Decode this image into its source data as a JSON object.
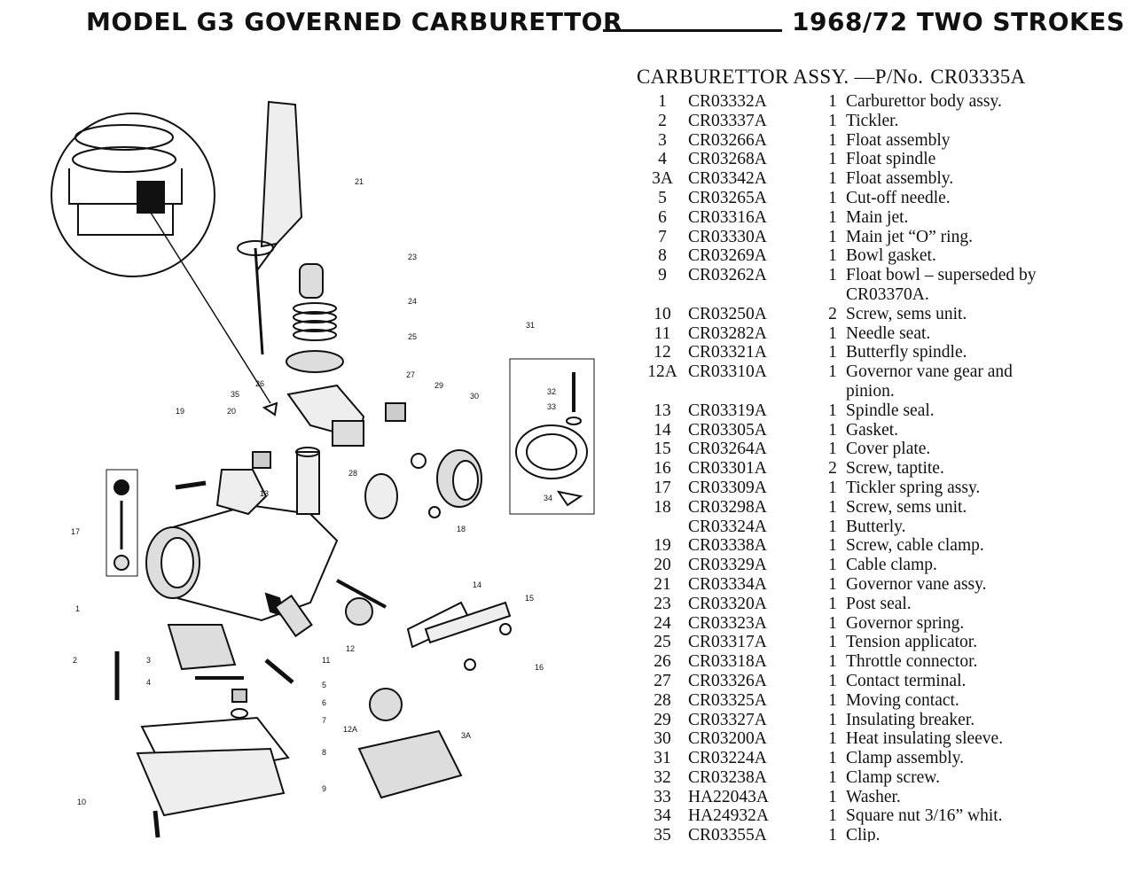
{
  "header": {
    "title_left": "MODEL G3 GOVERNED CARBURETTOR",
    "title_right": "1968/72 TWO STROKES"
  },
  "assembly": {
    "title": "CARBURETTOR ASSY.",
    "pn_label": "—P/No.",
    "pn": "CR03335A"
  },
  "parts": [
    {
      "no": "1",
      "pn": "CR03332A",
      "qty": "1",
      "desc": "Carburettor body assy."
    },
    {
      "no": "2",
      "pn": "CR03337A",
      "qty": "1",
      "desc": "Tickler."
    },
    {
      "no": "3",
      "pn": "CR03266A",
      "qty": "1",
      "desc": "Float assembly"
    },
    {
      "no": "4",
      "pn": "CR03268A",
      "qty": "1",
      "desc": "Float spindle"
    },
    {
      "no": "3A",
      "pn": "CR03342A",
      "qty": "1",
      "desc": "Float assembly."
    },
    {
      "no": "5",
      "pn": "CR03265A",
      "qty": "1",
      "desc": "Cut-off needle."
    },
    {
      "no": "6",
      "pn": "CR03316A",
      "qty": "1",
      "desc": "Main jet."
    },
    {
      "no": "7",
      "pn": "CR03330A",
      "qty": "1",
      "desc": "Main jet “O” ring."
    },
    {
      "no": "8",
      "pn": "CR03269A",
      "qty": "1",
      "desc": "Bowl gasket."
    },
    {
      "no": "9",
      "pn": "CR03262A",
      "qty": "1",
      "desc": "Float bowl – superseded by"
    },
    {
      "no": "",
      "pn": "",
      "qty": "",
      "desc": "CR03370A."
    },
    {
      "no": "10",
      "pn": "CR03250A",
      "qty": "2",
      "desc": "Screw, sems unit."
    },
    {
      "no": "11",
      "pn": "CR03282A",
      "qty": "1",
      "desc": "Needle seat."
    },
    {
      "no": "12",
      "pn": "CR03321A",
      "qty": "1",
      "desc": "Butterfly spindle."
    },
    {
      "no": "12A",
      "pn": "CR03310A",
      "qty": "1",
      "desc": "Governor vane gear and"
    },
    {
      "no": "",
      "pn": "",
      "qty": "",
      "desc": "pinion."
    },
    {
      "no": "13",
      "pn": "CR03319A",
      "qty": "1",
      "desc": "Spindle seal."
    },
    {
      "no": "14",
      "pn": "CR03305A",
      "qty": "1",
      "desc": "Gasket."
    },
    {
      "no": "15",
      "pn": "CR03264A",
      "qty": "1",
      "desc": "Cover plate."
    },
    {
      "no": "16",
      "pn": "CR03301A",
      "qty": "2",
      "desc": "Screw, taptite."
    },
    {
      "no": "17",
      "pn": "CR03309A",
      "qty": "1",
      "desc": "Tickler spring assy."
    },
    {
      "no": "18",
      "pn": "CR03298A",
      "qty": "1",
      "desc": "Screw, sems unit."
    },
    {
      "no": "",
      "pn": "CR03324A",
      "qty": "1",
      "desc": "Butterly."
    },
    {
      "no": "19",
      "pn": "CR03338A",
      "qty": "1",
      "desc": "Screw, cable clamp."
    },
    {
      "no": "20",
      "pn": "CR03329A",
      "qty": "1",
      "desc": "Cable clamp."
    },
    {
      "no": "21",
      "pn": "CR03334A",
      "qty": "1",
      "desc": "Governor vane assy."
    },
    {
      "no": "23",
      "pn": "CR03320A",
      "qty": "1",
      "desc": "Post seal."
    },
    {
      "no": "24",
      "pn": "CR03323A",
      "qty": "1",
      "desc": "Governor spring."
    },
    {
      "no": "25",
      "pn": "CR03317A",
      "qty": "1",
      "desc": "Tension applicator."
    },
    {
      "no": "26",
      "pn": "CR03318A",
      "qty": "1",
      "desc": "Throttle connector."
    },
    {
      "no": "27",
      "pn": "CR03326A",
      "qty": "1",
      "desc": "Contact terminal."
    },
    {
      "no": "28",
      "pn": "CR03325A",
      "qty": "1",
      "desc": "Moving contact."
    },
    {
      "no": "29",
      "pn": "CR03327A",
      "qty": "1",
      "desc": "Insulating breaker."
    },
    {
      "no": "30",
      "pn": "CR03200A",
      "qty": "1",
      "desc": "Heat insulating sleeve."
    },
    {
      "no": "31",
      "pn": "CR03224A",
      "qty": "1",
      "desc": "Clamp assembly."
    },
    {
      "no": "32",
      "pn": "CR03238A",
      "qty": "1",
      "desc": "Clamp screw."
    },
    {
      "no": "33",
      "pn": "HA22043A",
      "qty": "1",
      "desc": "Washer."
    },
    {
      "no": "34",
      "pn": "HA24932A",
      "qty": "1",
      "desc": "Square nut 3/16” whit."
    },
    {
      "no": "35",
      "pn": "CR03355A",
      "qty": "1",
      "desc": "Clip."
    }
  ],
  "diagram": {
    "labels": [
      "21",
      "23",
      "24",
      "25",
      "26",
      "27",
      "29",
      "30",
      "31",
      "32",
      "33",
      "34",
      "35",
      "19",
      "20",
      "13",
      "17",
      "18",
      "28",
      "1",
      "2",
      "3",
      "4",
      "5",
      "6",
      "7",
      "8",
      "9",
      "10",
      "11",
      "12",
      "12A",
      "14",
      "15",
      "16",
      "3A"
    ]
  }
}
